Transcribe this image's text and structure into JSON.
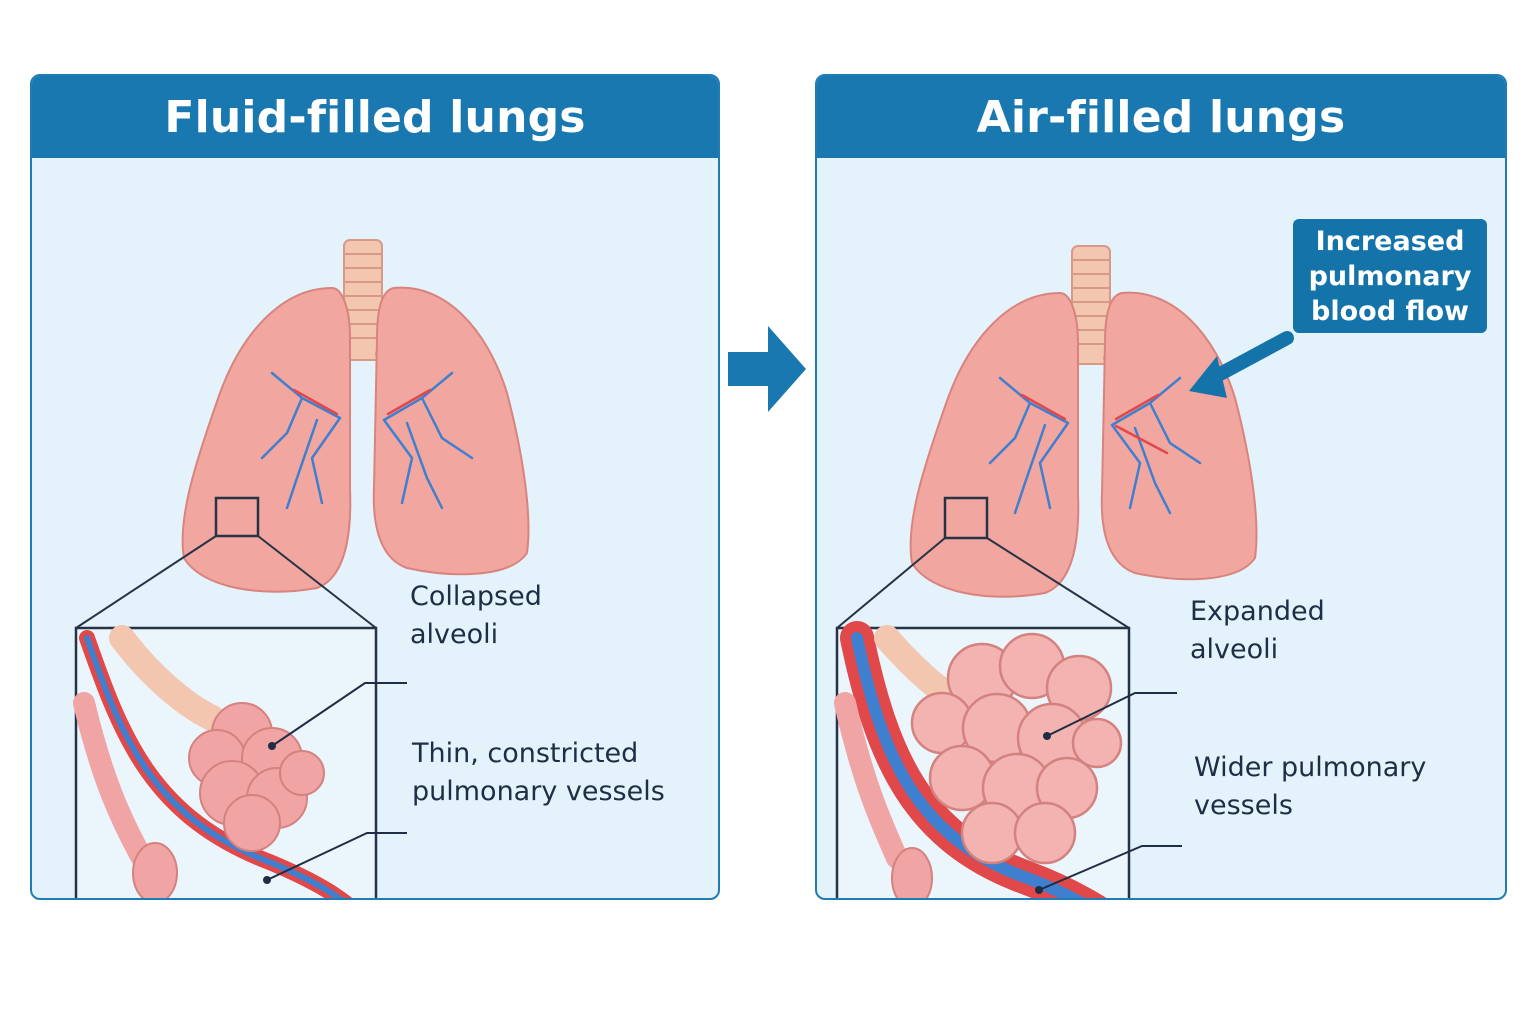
{
  "panels": {
    "left": {
      "title": "Fluid-filled lungs",
      "alveoli_label": "Collapsed\nalveoli",
      "vessels_label": "Thin, constricted\npulmonary vessels"
    },
    "right": {
      "title": "Air-filled lungs",
      "alveoli_label": "Expanded\nalveoli",
      "vessels_label": "Wider pulmonary\nvessels"
    }
  },
  "callout": {
    "text": "Increased\npulmonary\nblood flow"
  },
  "colors": {
    "header": "#1a78b0",
    "panel_background": "#e4f2fb",
    "lung": "#f2a6a0",
    "artery": "#e0484a",
    "vein": "#2f74c6",
    "callout": "#1474a9"
  },
  "icons": [
    "right-arrow-icon"
  ]
}
